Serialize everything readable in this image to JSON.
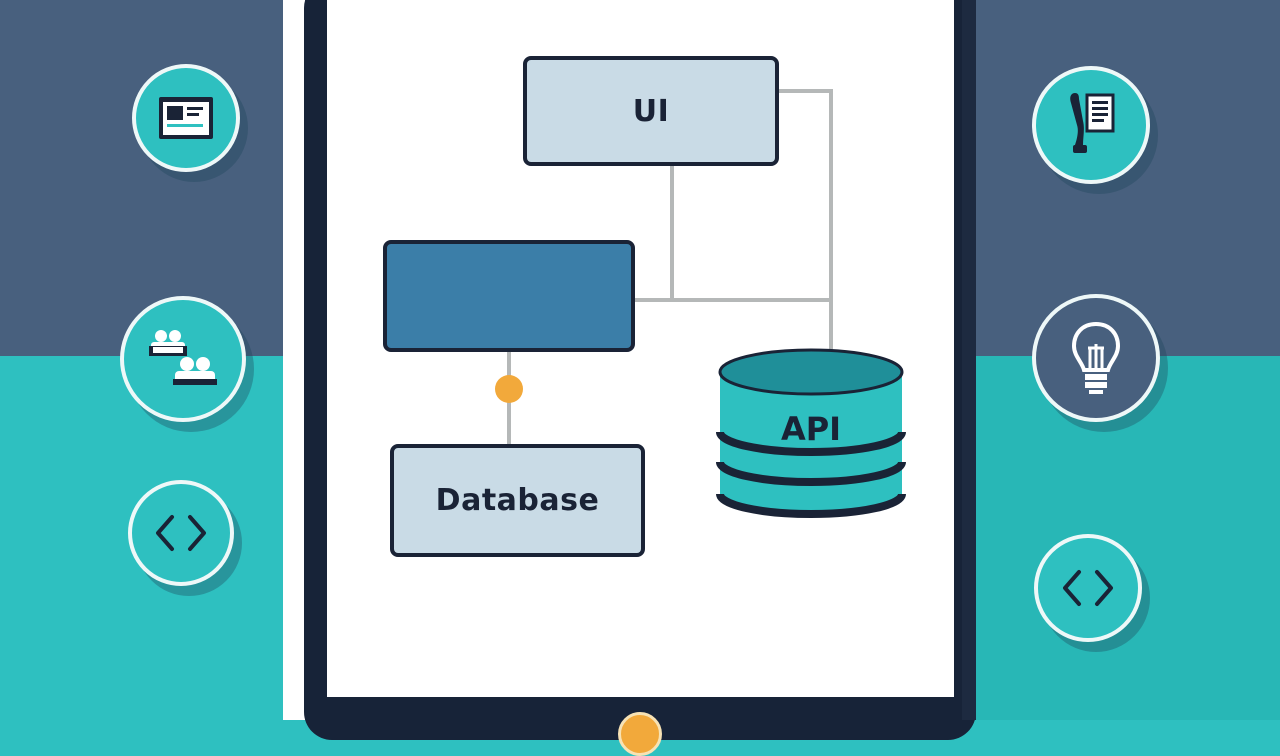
{
  "diagram": {
    "nodes": {
      "ui": {
        "label": "UI"
      },
      "unlabeled_box": {
        "label": ""
      },
      "database": {
        "label": "Database"
      },
      "api": {
        "label": "API"
      }
    }
  },
  "left_panel": {
    "icons": [
      "code-window-icon",
      "team-meeting-icon",
      "code-brackets-icon"
    ]
  },
  "right_panel": {
    "icons": [
      "document-phone-icon",
      "lightbulb-icon",
      "code-brackets-icon"
    ]
  },
  "colors": {
    "navy_panel": "#48607e",
    "teal_panel": "#2ec0c0",
    "device_frame": "#172338",
    "node_light": "#c9dbe6",
    "node_blue": "#3b7ea8",
    "connector": "#b5b8b8",
    "junction_dot": "#f2a93b"
  }
}
